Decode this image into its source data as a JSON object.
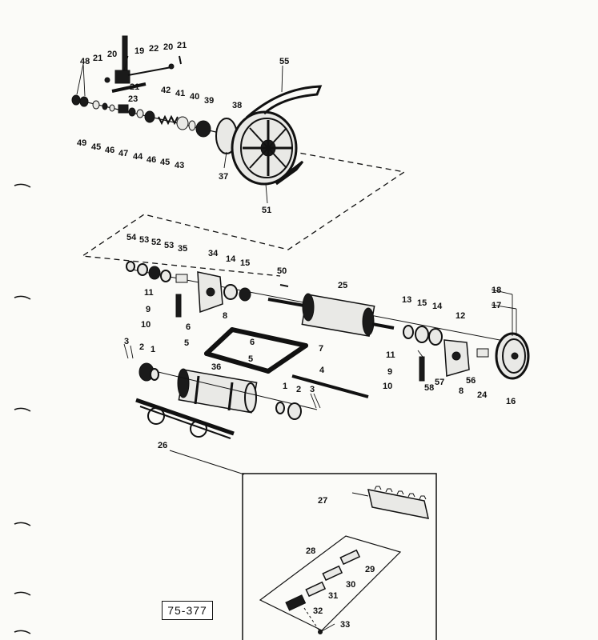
{
  "figure_number": "75-377",
  "callouts": [
    {
      "id": "c48a",
      "text": "48"
    },
    {
      "id": "c21a",
      "text": "21"
    },
    {
      "id": "c20a",
      "text": "20"
    },
    {
      "id": "c19",
      "text": "19"
    },
    {
      "id": "c22",
      "text": "22"
    },
    {
      "id": "c20b",
      "text": "20"
    },
    {
      "id": "c21b",
      "text": "21"
    },
    {
      "id": "c21c",
      "text": "21"
    },
    {
      "id": "c23",
      "text": "23"
    },
    {
      "id": "c42",
      "text": "42"
    },
    {
      "id": "c41",
      "text": "41"
    },
    {
      "id": "c40",
      "text": "40"
    },
    {
      "id": "c39",
      "text": "39"
    },
    {
      "id": "c38",
      "text": "38"
    },
    {
      "id": "c55",
      "text": "55"
    },
    {
      "id": "c49",
      "text": "49"
    },
    {
      "id": "c45a",
      "text": "45"
    },
    {
      "id": "c46a",
      "text": "46"
    },
    {
      "id": "c47",
      "text": "47"
    },
    {
      "id": "c44",
      "text": "44"
    },
    {
      "id": "c46b",
      "text": "46"
    },
    {
      "id": "c45b",
      "text": "45"
    },
    {
      "id": "c43",
      "text": "43"
    },
    {
      "id": "c37",
      "text": "37"
    },
    {
      "id": "c51",
      "text": "51"
    },
    {
      "id": "c54",
      "text": "54"
    },
    {
      "id": "c53a",
      "text": "53"
    },
    {
      "id": "c52",
      "text": "52"
    },
    {
      "id": "c53b",
      "text": "53"
    },
    {
      "id": "c35",
      "text": "35"
    },
    {
      "id": "c34",
      "text": "34"
    },
    {
      "id": "c14a",
      "text": "14"
    },
    {
      "id": "c15a",
      "text": "15"
    },
    {
      "id": "c50",
      "text": "50"
    },
    {
      "id": "c25",
      "text": "25"
    },
    {
      "id": "c11a",
      "text": "11"
    },
    {
      "id": "c9a",
      "text": "9"
    },
    {
      "id": "c8a",
      "text": "8"
    },
    {
      "id": "c10a",
      "text": "10"
    },
    {
      "id": "c6a",
      "text": "6"
    },
    {
      "id": "c5a",
      "text": "5"
    },
    {
      "id": "c6b",
      "text": "6"
    },
    {
      "id": "c5b",
      "text": "5"
    },
    {
      "id": "c7",
      "text": "7"
    },
    {
      "id": "c13",
      "text": "13"
    },
    {
      "id": "c15b",
      "text": "15"
    },
    {
      "id": "c14b",
      "text": "14"
    },
    {
      "id": "c12",
      "text": "12"
    },
    {
      "id": "c18",
      "text": "18"
    },
    {
      "id": "c17",
      "text": "17"
    },
    {
      "id": "c11b",
      "text": "11"
    },
    {
      "id": "c9b",
      "text": "9"
    },
    {
      "id": "c10b",
      "text": "10"
    },
    {
      "id": "c58",
      "text": "58"
    },
    {
      "id": "c57",
      "text": "57"
    },
    {
      "id": "c8b",
      "text": "8"
    },
    {
      "id": "c56",
      "text": "56"
    },
    {
      "id": "c24",
      "text": "24"
    },
    {
      "id": "c16",
      "text": "16"
    },
    {
      "id": "c3a",
      "text": "3"
    },
    {
      "id": "c2a",
      "text": "2"
    },
    {
      "id": "c1a",
      "text": "1"
    },
    {
      "id": "c36",
      "text": "36"
    },
    {
      "id": "c4",
      "text": "4"
    },
    {
      "id": "c1b",
      "text": "1"
    },
    {
      "id": "c2b",
      "text": "2"
    },
    {
      "id": "c3b",
      "text": "3"
    },
    {
      "id": "c26",
      "text": "26"
    },
    {
      "id": "c27",
      "text": "27"
    },
    {
      "id": "c28",
      "text": "28"
    },
    {
      "id": "c29",
      "text": "29"
    },
    {
      "id": "c30",
      "text": "30"
    },
    {
      "id": "c31",
      "text": "31"
    },
    {
      "id": "c32",
      "text": "32"
    },
    {
      "id": "c33",
      "text": "33"
    }
  ]
}
